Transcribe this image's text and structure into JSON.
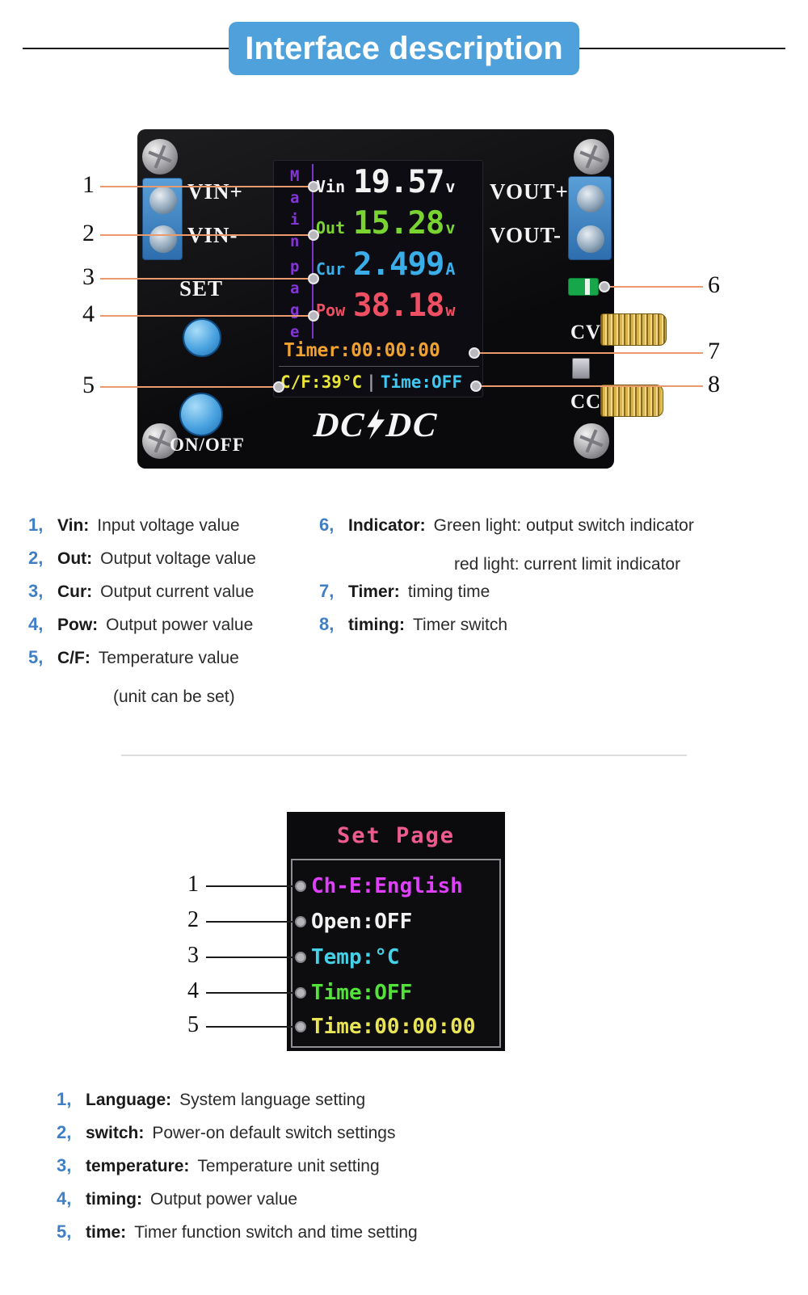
{
  "title": "Interface description",
  "colors": {
    "banner_blue": "#4fa1db",
    "legend_number_blue": "#3f7fc6",
    "callout_line_orange": "#ea9a6c",
    "screen_vin": "#f2f2f2",
    "screen_out": "#79d431",
    "screen_cur": "#3aaee8",
    "screen_pow": "#ef4f63",
    "screen_timer": "#f0a231",
    "screen_temp": "#e8e43a",
    "screen_time": "#3fc9f2",
    "set_title_pink": "#ef5a8f"
  },
  "device": {
    "terminals": {
      "vin_plus": "VIN+",
      "vin_minus": "VIN-",
      "vout_plus": "VOUT+",
      "vout_minus": "VOUT-"
    },
    "buttons": {
      "set": "SET",
      "on_off": "ON/OFF"
    },
    "knob_labels": {
      "cv": "CV",
      "cc": "CC"
    },
    "logo_prefix": "DC",
    "logo_suffix": "DC",
    "screen": {
      "side_label_top": "Main",
      "side_label_bottom": "page",
      "rows": [
        {
          "label": "Vin",
          "value": "19.57",
          "unit": "v"
        },
        {
          "label": "Out",
          "value": "15.28",
          "unit": "v"
        },
        {
          "label": "Cur",
          "value": "2.499",
          "unit": "A"
        },
        {
          "label": "Pow",
          "value": "38.18",
          "unit": "w"
        }
      ],
      "timer": "Timer:00:00:00",
      "temp": "C/F:39°C",
      "separator": "|",
      "time": "Time:OFF"
    },
    "callouts_left": [
      "1",
      "2",
      "3",
      "4",
      "5"
    ],
    "callouts_right": [
      "6",
      "7",
      "8"
    ]
  },
  "legend1": [
    {
      "num": "1,",
      "label": "Vin:",
      "desc": "Input voltage value"
    },
    {
      "num": "2,",
      "label": "Out:",
      "desc": "Output voltage value"
    },
    {
      "num": "3,",
      "label": "Cur:",
      "desc": "Output current value"
    },
    {
      "num": "4,",
      "label": "Pow:",
      "desc": "Output power value"
    },
    {
      "num": "5,",
      "label": "C/F:",
      "desc": "Temperature value",
      "desc2": "(unit can be set)"
    },
    {
      "num": "6,",
      "label": "Indicator:",
      "desc": "Green light: output switch indicator",
      "desc2": "red light: current limit indicator"
    },
    {
      "num": "7,",
      "label": "Timer:",
      "desc": "timing time"
    },
    {
      "num": "8,",
      "label": "timing:",
      "desc": "Timer switch"
    }
  ],
  "set_page": {
    "title": "Set Page",
    "callouts": [
      "1",
      "2",
      "3",
      "4",
      "5"
    ],
    "items": [
      {
        "text": "Ch-E:English",
        "color": "#e040fb"
      },
      {
        "text": "Open:OFF",
        "color": "#f2f2f2"
      },
      {
        "text": "Temp:°C",
        "color": "#45d1e8"
      },
      {
        "text": "Time:OFF",
        "color": "#52e23a"
      },
      {
        "text": "Time:00:00:00",
        "color": "#e8e455"
      }
    ]
  },
  "legend2": [
    {
      "num": "1,",
      "label": "Language:",
      "desc": "System language setting"
    },
    {
      "num": "2,",
      "label": "switch:",
      "desc": "Power-on default switch settings"
    },
    {
      "num": "3,",
      "label": "temperature:",
      "desc": "Temperature unit setting"
    },
    {
      "num": "4,",
      "label": "timing:",
      "desc": "Output power value"
    },
    {
      "num": "5,",
      "label": "time:",
      "desc": "Timer function switch and time setting"
    }
  ]
}
